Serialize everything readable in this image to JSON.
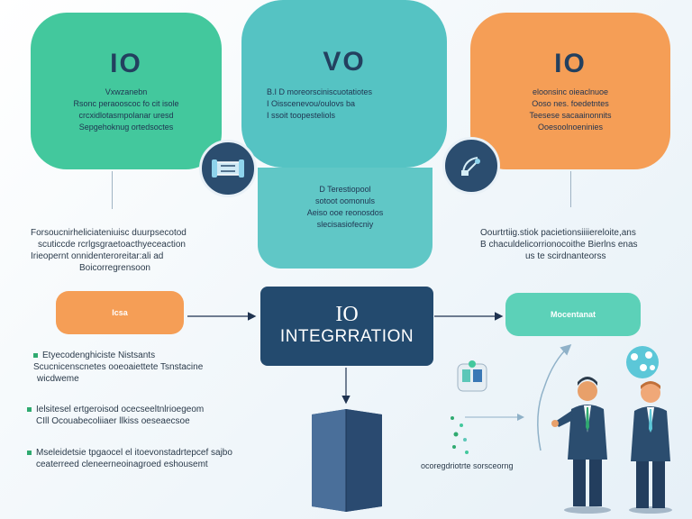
{
  "bubbles": {
    "left": {
      "title": "IO",
      "lines": [
        "Vxwzanebn",
        "Rsonc peraooscoc fo cit isole",
        "crcxidlotasmpolanar uresd",
        "Sepgehoknug ortedsoctes"
      ]
    },
    "middle": {
      "title": "VO",
      "lines": [
        "B.I D  moreorsciniscuotatiotes",
        "I  Oisscenevou/oulovs ba",
        "I  ssoit toopesteliols"
      ],
      "lower_lines": [
        "D  Terestiopool",
        "sotoot  oomonuls",
        "Aeiso ooe reonosdos",
        "slecisasiofecniy"
      ]
    },
    "right": {
      "title": "IO",
      "lines": [
        "eloonsinc oieaclnuoe",
        "Ooso nes. foedetntes",
        "Teesese  sacaainonnits",
        "Ooesoolnoeninies"
      ]
    }
  },
  "left_paragraph": [
    "Forsoucnirheliciateniuisc duurpsecotod",
    "scuticcde rcrlgsgraetoacthyeceaction",
    "Irieopernt onnidenteroreitar:ali  ad",
    "Boicorregrensoon"
  ],
  "right_paragraph": [
    "Oourtrtiig.stiok  pacietionsiiiiereloite,ans",
    "B  chaculdelicorrionocoithe Bierlns enas",
    "us  te scirdnanteorss"
  ],
  "left_pill": "Icsa",
  "right_pill": "Mocentanat",
  "integration": {
    "line1": "IO",
    "line2": "INTEGRRATION"
  },
  "bullets": [
    [
      "Etyecodenghiciste Nistsants",
      "Scucnicenscnetes  ooeoaiettete Tsnstacine",
      "wicdweme"
    ],
    [
      "Ielsitesel  ertgeroisod  ocecseeltnlrioegeom",
      "CIll  Ocouabecoliiaer  llkiss oeseaecsoe"
    ],
    [
      "Mseleidetsie tpgaocel  el  itoevonstadrtepcef  sajbo",
      "ceaterreed  cleneerneoinagroed  eshousemt"
    ]
  ],
  "bottom_caption": "ocoregdriotrte  sorsceorng",
  "colors": {
    "green": "#43c89d",
    "teal": "#55c3c3",
    "orange": "#f59e56",
    "navy": "#234a6e",
    "bullet": "#2faa70"
  },
  "icons": [
    "pipe-icon",
    "satellite-dish-icon",
    "server-icon",
    "chemistry-icon",
    "network-nodes-icon",
    "person-icon"
  ]
}
